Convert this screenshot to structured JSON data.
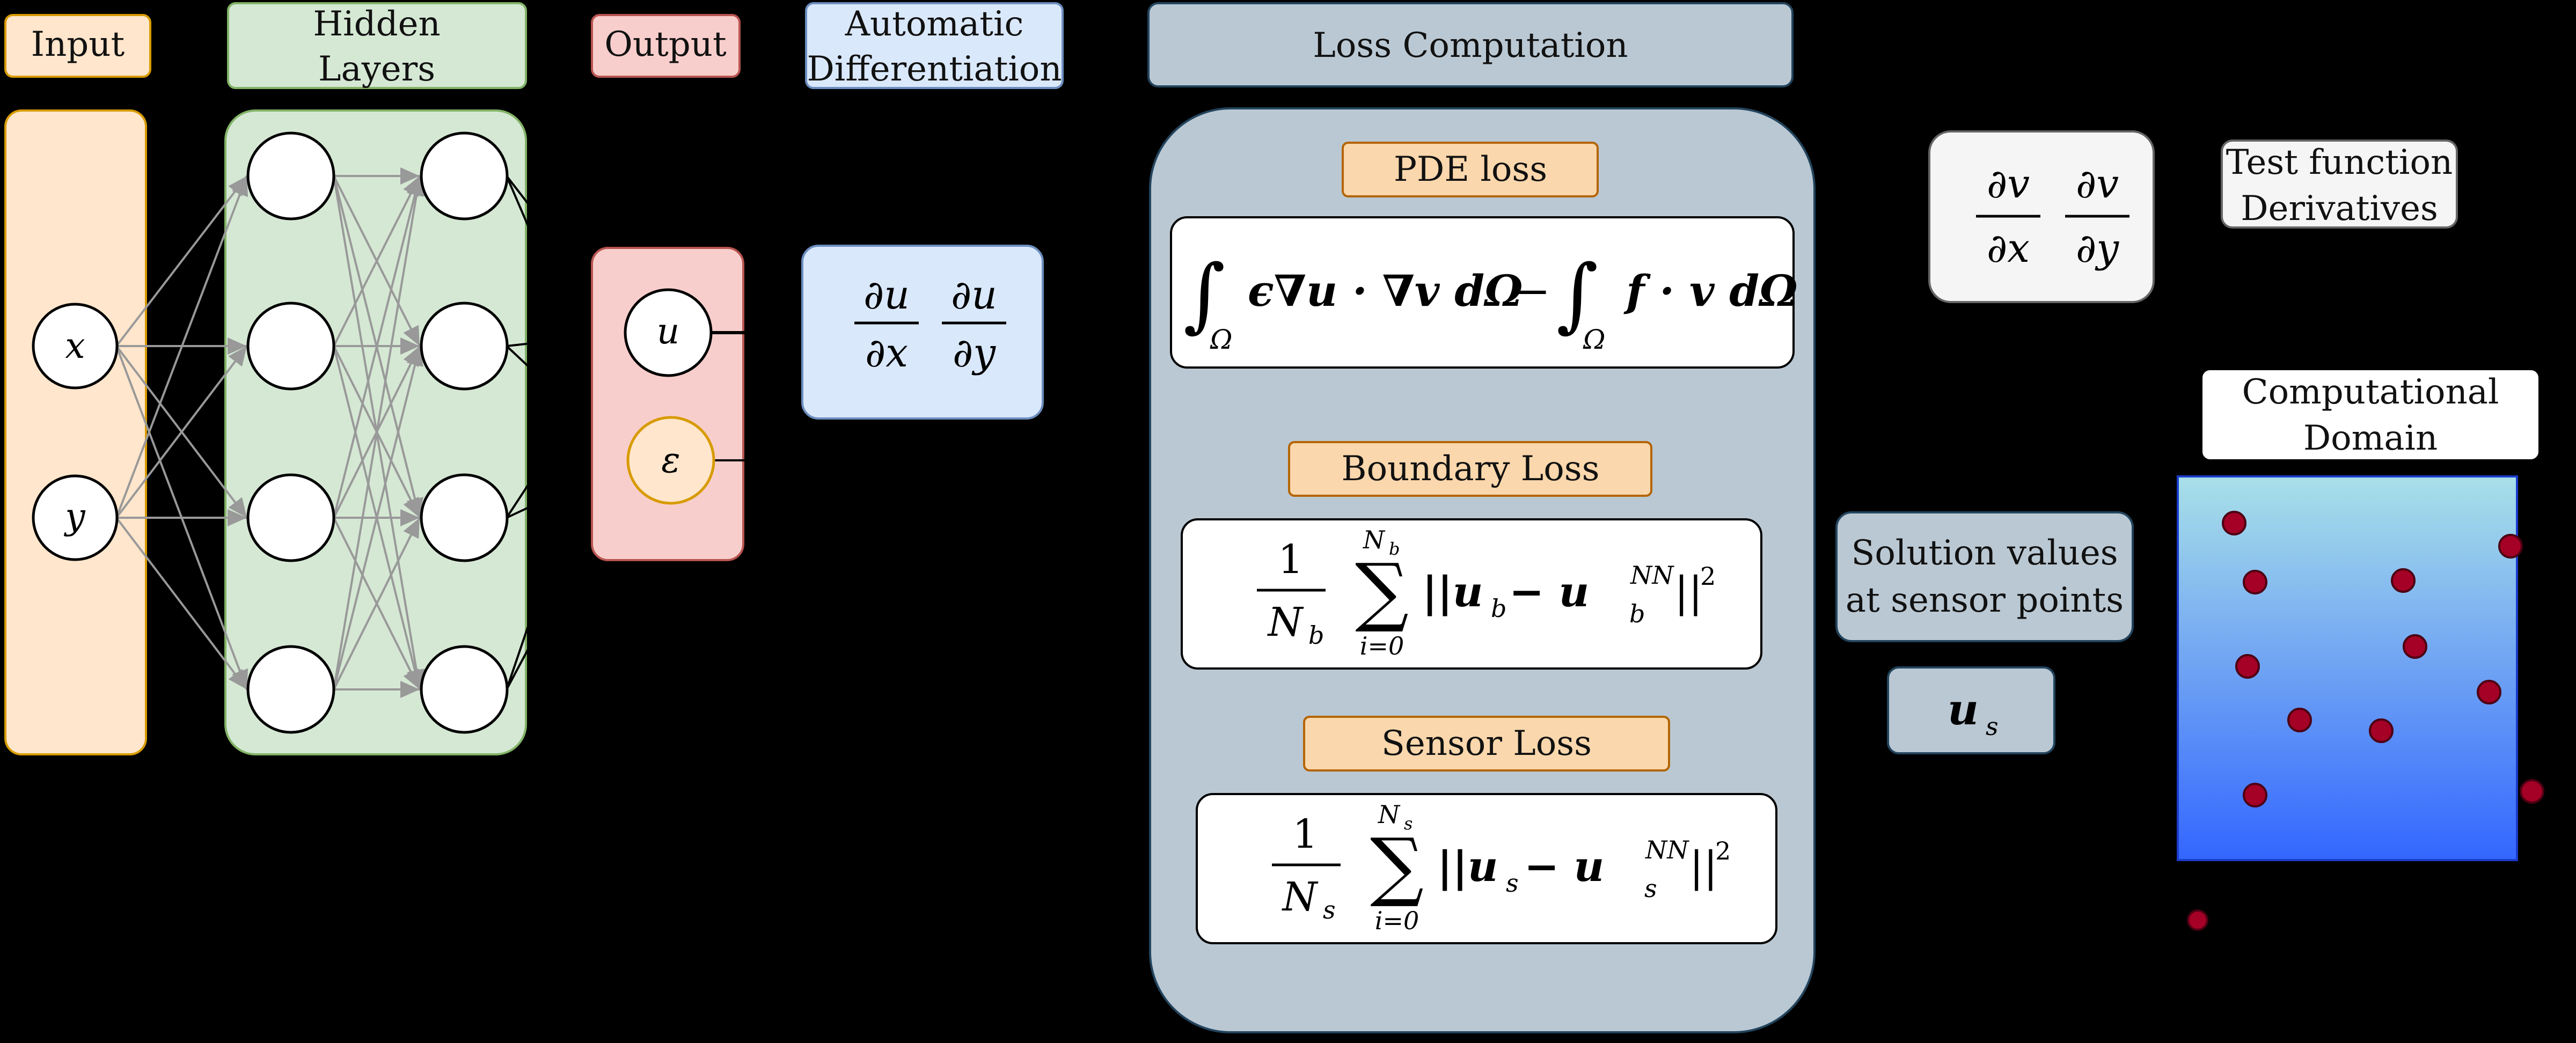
{
  "labels": {
    "input": "Input",
    "hidden_line1": "Hidden",
    "hidden_line2": "Layers",
    "output": "Output",
    "autodiff_line1": "Automatic",
    "autodiff_line2": "Differentiation",
    "loss_computation": "Loss Computation",
    "pde_loss": "PDE loss",
    "boundary_loss": "Boundary Loss",
    "sensor_loss": "Sensor Loss",
    "test_line1": "Test function",
    "test_line2": "Derivatives",
    "solution_line1": "Solution values",
    "solution_line2": "at sensor points",
    "domain_line1": "Computational",
    "domain_line2": "Domain"
  },
  "nodes": {
    "input_x": "x",
    "input_y": "y",
    "output_u": "u",
    "output_eps": "ε"
  },
  "math": {
    "du": "∂u",
    "dx": "∂x",
    "dy": "∂y",
    "dv": "∂v",
    "pde_eps_grad_u": "ϵ∇u · ∇v dΩ",
    "pde_minus": "−",
    "pde_f_v": "f · v dΩ",
    "pde_int": "∫",
    "omega": "Ω",
    "one": "1",
    "Nb": "N",
    "Nb_sub": "b",
    "Ns": "N",
    "Ns_sub": "s",
    "sigma": "∑",
    "i_eq_0": "i=0",
    "bnd_term_a": "||u",
    "bnd_sub_a": "b",
    "bnd_term_b": " − u",
    "bnd_sup": "NN",
    "bnd_sub_b": "b",
    "norm_close": "||",
    "sq": "2",
    "sen_term_a": "||u",
    "sen_sub_a": "s",
    "sen_term_b": " − u",
    "sen_sup": "NN",
    "sen_sub_b": "s",
    "us": "u",
    "us_sub": "s"
  },
  "colors": {
    "input_fill": "#ffe6cc",
    "input_stroke": "#d79b00",
    "hidden_fill": "#d5e8d4",
    "hidden_stroke": "#82b366",
    "output_fill": "#f8cecc",
    "output_stroke": "#b85450",
    "autodiff_fill": "#dae8fc",
    "autodiff_stroke": "#6c8ebf",
    "loss_fill": "#bac8d3",
    "loss_stroke": "#23445d",
    "loss_label_fill": "#fad7ac",
    "loss_label_stroke": "#b46504",
    "test_fill": "#f5f5f5",
    "test_stroke": "#666666",
    "domain_top": "#a9e0e8",
    "domain_bottom": "#3366ff",
    "sensor_dot": "#a50026"
  }
}
